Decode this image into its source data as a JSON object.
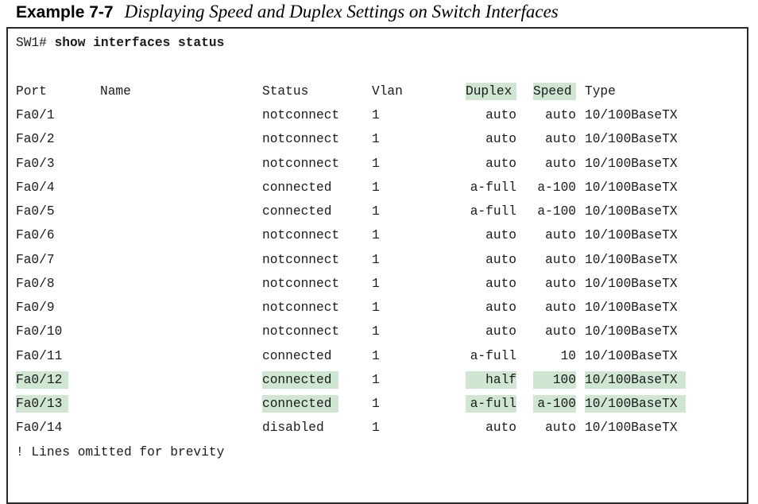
{
  "caption": {
    "number": "Example 7-7",
    "title": "Displaying Speed and Duplex Settings on Switch Interfaces"
  },
  "prompt": "SW1#",
  "command": "show interfaces status",
  "headers": {
    "port": "Port",
    "name": "Name",
    "status": "Status",
    "vlan": "Vlan",
    "duplex": "Duplex",
    "speed": "Speed",
    "type": "Type"
  },
  "rows": [
    {
      "port": "Fa0/1",
      "name": "",
      "status": "notconnect",
      "vlan": "1",
      "duplex": "auto",
      "speed": "auto",
      "type": "10/100BaseTX"
    },
    {
      "port": "Fa0/2",
      "name": "",
      "status": "notconnect",
      "vlan": "1",
      "duplex": "auto",
      "speed": "auto",
      "type": "10/100BaseTX"
    },
    {
      "port": "Fa0/3",
      "name": "",
      "status": "notconnect",
      "vlan": "1",
      "duplex": "auto",
      "speed": "auto",
      "type": "10/100BaseTX"
    },
    {
      "port": "Fa0/4",
      "name": "",
      "status": "connected",
      "vlan": "1",
      "duplex": "a-full",
      "speed": "a-100",
      "type": "10/100BaseTX"
    },
    {
      "port": "Fa0/5",
      "name": "",
      "status": "connected",
      "vlan": "1",
      "duplex": "a-full",
      "speed": "a-100",
      "type": "10/100BaseTX"
    },
    {
      "port": "Fa0/6",
      "name": "",
      "status": "notconnect",
      "vlan": "1",
      "duplex": "auto",
      "speed": "auto",
      "type": "10/100BaseTX"
    },
    {
      "port": "Fa0/7",
      "name": "",
      "status": "notconnect",
      "vlan": "1",
      "duplex": "auto",
      "speed": "auto",
      "type": "10/100BaseTX"
    },
    {
      "port": "Fa0/8",
      "name": "",
      "status": "notconnect",
      "vlan": "1",
      "duplex": "auto",
      "speed": "auto",
      "type": "10/100BaseTX"
    },
    {
      "port": "Fa0/9",
      "name": "",
      "status": "notconnect",
      "vlan": "1",
      "duplex": "auto",
      "speed": "auto",
      "type": "10/100BaseTX"
    },
    {
      "port": "Fa0/10",
      "name": "",
      "status": "notconnect",
      "vlan": "1",
      "duplex": "auto",
      "speed": "auto",
      "type": "10/100BaseTX"
    },
    {
      "port": "Fa0/11",
      "name": "",
      "status": "connected",
      "vlan": "1",
      "duplex": "a-full",
      "speed": "10",
      "type": "10/100BaseTX"
    },
    {
      "port": "Fa0/12",
      "name": "",
      "status": "connected",
      "vlan": "1",
      "duplex": "half",
      "speed": "100",
      "type": "10/100BaseTX",
      "highlight": true
    },
    {
      "port": "Fa0/13",
      "name": "",
      "status": "connected",
      "vlan": "1",
      "duplex": "a-full",
      "speed": "a-100",
      "type": "10/100BaseTX",
      "highlight": true
    },
    {
      "port": "Fa0/14",
      "name": "",
      "status": "disabled",
      "vlan": "1",
      "duplex": "auto",
      "speed": "auto",
      "type": "10/100BaseTX"
    }
  ],
  "footer": "! Lines omitted for brevity",
  "colors": {
    "highlight": "#cfe6d3",
    "border": "#2a2a2a"
  }
}
